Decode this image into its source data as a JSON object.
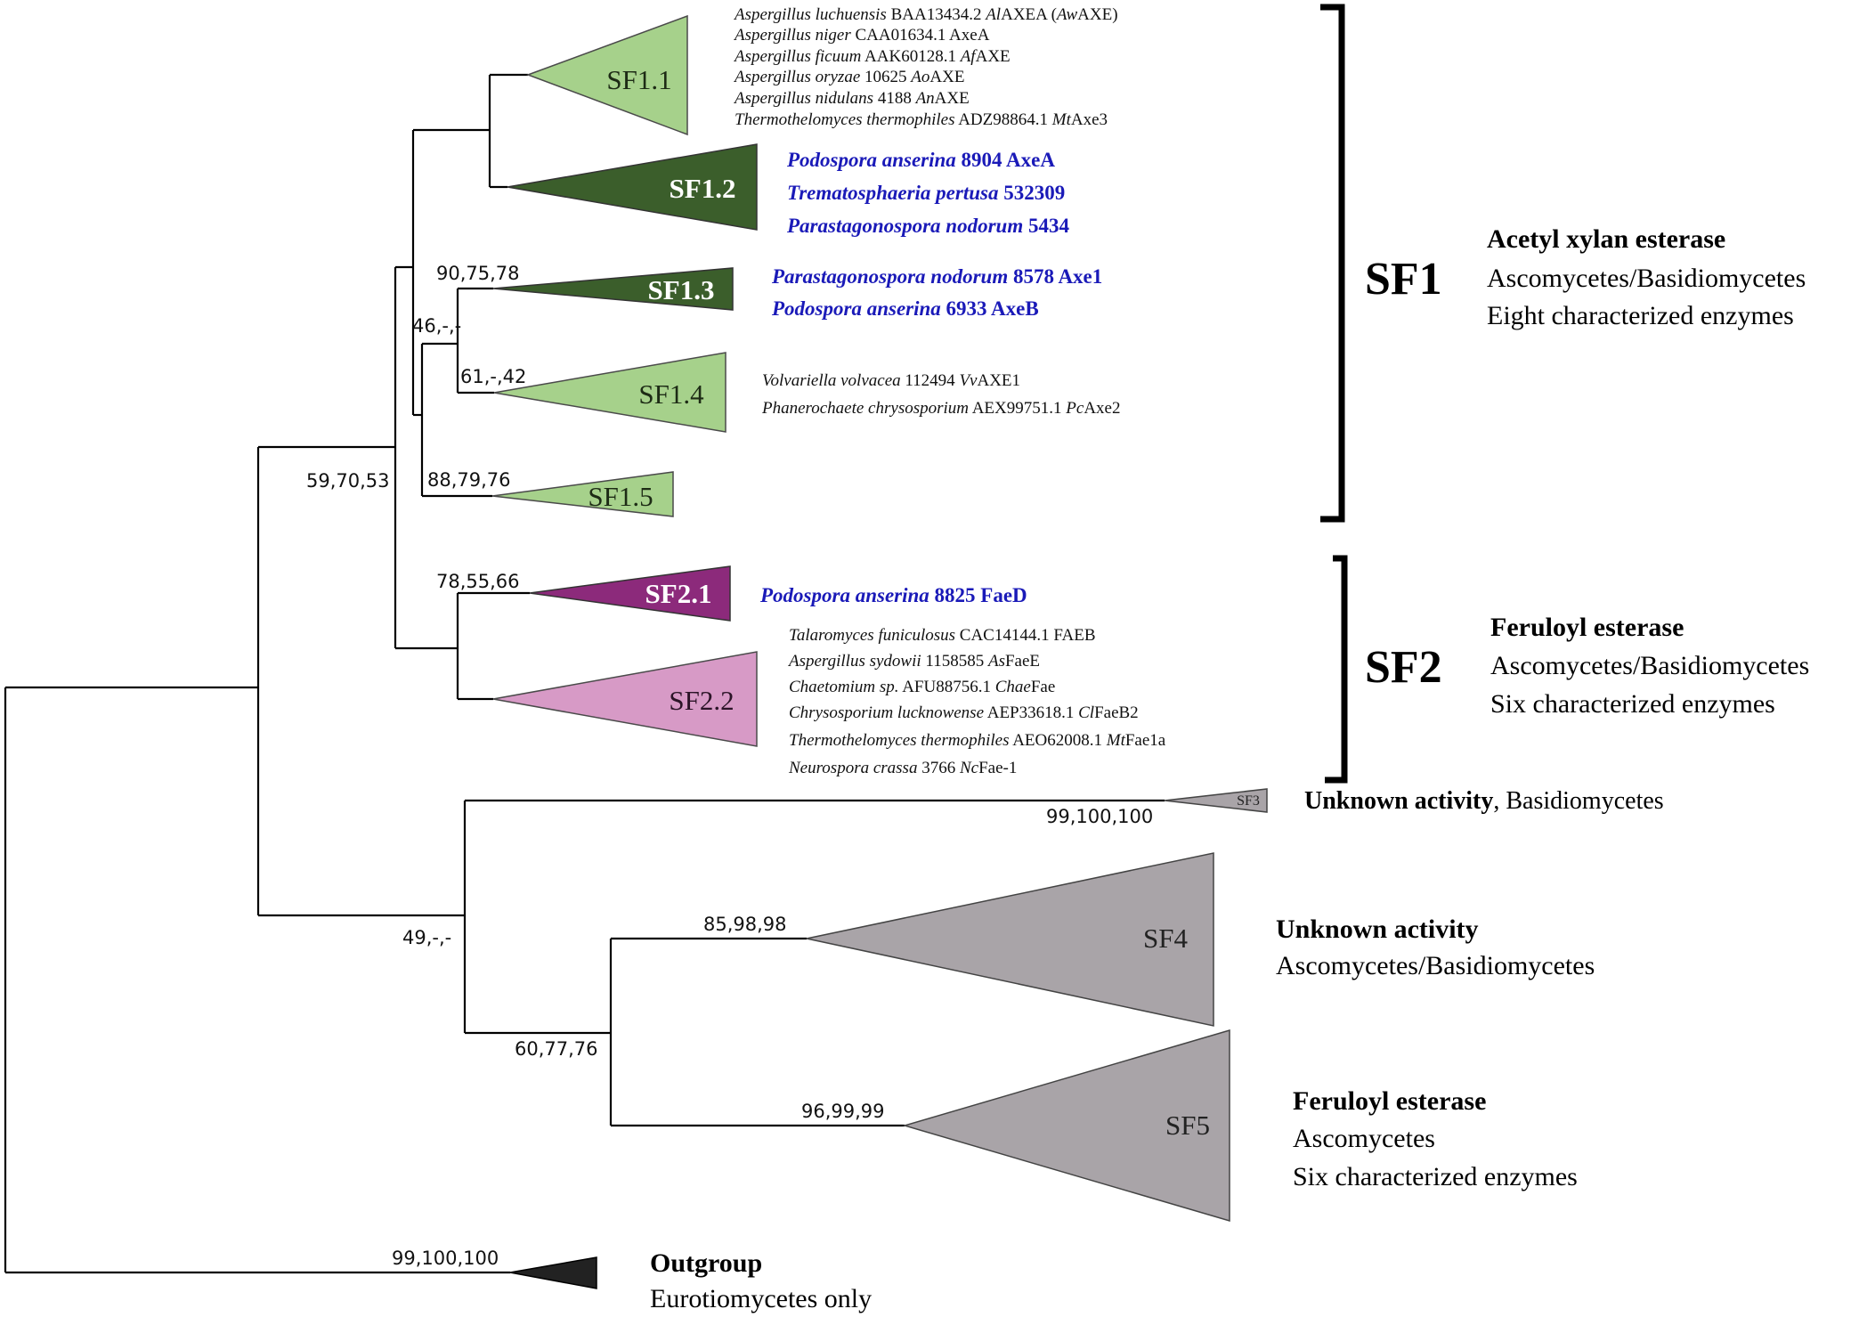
{
  "bootstrap": {
    "sf1_sf2": "59,70,53",
    "sf13_sf14": "46,-,-",
    "sf13": "90,75,78",
    "sf14": "61,-,42",
    "sf15": "88,79,76",
    "sf21": "78,55,66",
    "sf3": "99,100,100",
    "sf3_sf45": "49,-,-",
    "sf4_sf5": "60,77,76",
    "sf4": "85,98,98",
    "sf5": "96,99,99",
    "outgroup": "99,100,100"
  },
  "clades": {
    "sf11": "SF1.1",
    "sf12": "SF1.2",
    "sf13": "SF1.3",
    "sf14": "SF1.4",
    "sf15": "SF1.5",
    "sf21": "SF2.1",
    "sf22": "SF2.2",
    "sf3": "SF3",
    "sf4": "SF4",
    "sf5": "SF5"
  },
  "taxa": {
    "sf11": [
      {
        "sp": "Aspergillus luchuensis",
        "id": "BAA13434.2",
        "pre": "Al",
        "enz": "AXEA (",
        "pre2": "Aw",
        "enz2": "AXE)"
      },
      {
        "sp": "Aspergillus niger",
        "id": "CAA01634.1 AxeA",
        "pre": "",
        "enz": "",
        "pre2": "",
        "enz2": ""
      },
      {
        "sp": "Aspergillus ficuum",
        "id": "AAK60128.1",
        "pre": "Af",
        "enz": "AXE",
        "pre2": "",
        "enz2": ""
      },
      {
        "sp": "Aspergillus oryzae",
        "id": "10625",
        "pre": "Ao",
        "enz": "AXE",
        "pre2": "",
        "enz2": ""
      },
      {
        "sp": "Aspergillus nidulans",
        "id": "4188",
        "pre": "An",
        "enz": "AXE",
        "pre2": "",
        "enz2": ""
      },
      {
        "sp": "Thermothelomyces thermophiles",
        "id": "ADZ98864.1",
        "pre": "Mt",
        "enz": "Axe3",
        "pre2": "",
        "enz2": ""
      }
    ],
    "sf12": [
      {
        "sp": "Podospora anserina",
        "id": "8904 AxeA"
      },
      {
        "sp": "Trematosphaeria pertusa",
        "id": "532309"
      },
      {
        "sp": "Parastagonospora nodorum",
        "id": "5434"
      }
    ],
    "sf13": [
      {
        "sp": "Parastagonospora nodorum",
        "id": "8578 Axe1"
      },
      {
        "sp": "Podospora anserina",
        "id": "6933 AxeB"
      }
    ],
    "sf14": [
      {
        "sp": "Volvariella volvacea",
        "id": "112494",
        "pre": "Vv",
        "enz": "AXE1"
      },
      {
        "sp": "Phanerochaete chrysosporium",
        "id": "AEX99751.1",
        "pre": "Pc",
        "enz": "Axe2"
      }
    ],
    "sf21": [
      {
        "sp": "Podospora anserina",
        "id": "8825 FaeD"
      }
    ],
    "sf22": [
      {
        "sp": "Talaromyces funiculosus",
        "id": "CAC14144.1 FAEB",
        "pre": "",
        "enz": ""
      },
      {
        "sp": "Aspergillus sydowii",
        "id": "1158585",
        "pre": "As",
        "enz": "FaeE"
      },
      {
        "sp": "Chaetomium sp.",
        "id": "AFU88756.1",
        "pre": "Chae",
        "enz": "Fae"
      },
      {
        "sp": "Chrysosporium lucknowense",
        "id": "AEP33618.1",
        "pre": "Cl",
        "enz": "FaeB2"
      },
      {
        "sp": "Thermothelomyces thermophiles",
        "id": "AEO62008.1",
        "pre": "Mt",
        "enz": "Fae1a"
      },
      {
        "sp": "Neurospora crassa",
        "id": "3766",
        "pre": "Nc",
        "enz": "Fae-1"
      }
    ]
  },
  "groups": {
    "sf1": "SF1",
    "sf2": "SF2"
  },
  "annotations": {
    "sf1": {
      "title": "Acetyl xylan esterase",
      "line1": "Ascomycetes/Basidiomycetes",
      "line2": "Eight characterized enzymes"
    },
    "sf2": {
      "title": "Feruloyl esterase",
      "line1": "Ascomycetes/Basidiomycetes",
      "line2": "Six characterized enzymes"
    },
    "sf3": {
      "title": "Unknown activity",
      "rest": ", Basidiomycetes"
    },
    "sf4": {
      "title": "Unknown activity",
      "line1": "Ascomycetes/Basidiomycetes"
    },
    "sf5": {
      "title": "Feruloyl esterase",
      "line1": "Ascomycetes",
      "line2": "Six characterized enzymes"
    },
    "outgroup": {
      "title": "Outgroup",
      "line1": "Eurotiomycetes only"
    }
  },
  "colors": {
    "light_green": "#a6d18b",
    "dark_green": "#3b5e2b",
    "purple": "#8c2a7b",
    "pink": "#d79ac6",
    "grey": "#a9a4a8",
    "outgroup": "#222222",
    "blue_text": "#1a1ab8"
  }
}
